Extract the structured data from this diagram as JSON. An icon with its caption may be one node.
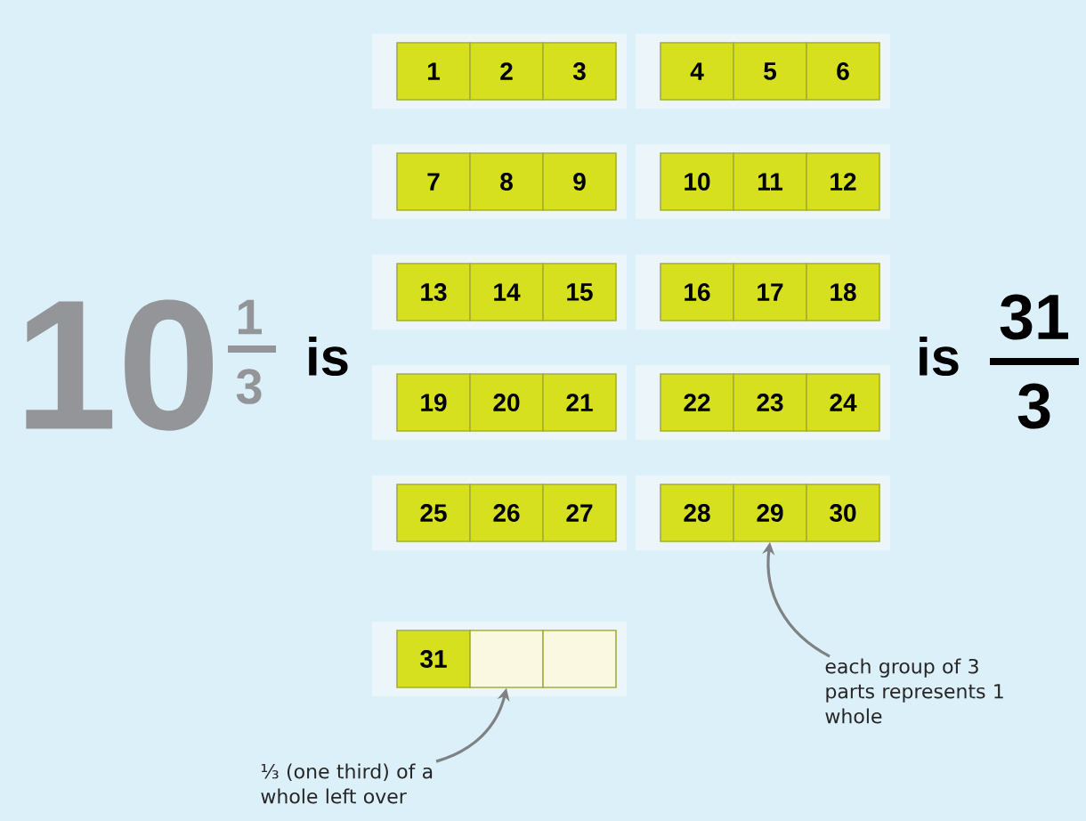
{
  "diagram": {
    "nodes": [
      {
        "text": [
          "1"
        ]
      },
      {
        "text": [
          "2"
        ]
      },
      {
        "text": [
          "3"
        ]
      },
      {
        "text": [
          "4"
        ]
      },
      {
        "text": [
          "5"
        ]
      },
      {
        "text": [
          "6"
        ]
      },
      {
        "text": [
          "7"
        ]
      },
      {
        "text": [
          "8"
        ]
      },
      {
        "text": [
          "9"
        ]
      },
      {
        "text": [
          "10"
        ]
      },
      {
        "text": [
          "11"
        ]
      },
      {
        "text": [
          "12"
        ]
      },
      {
        "text": [
          "13"
        ]
      },
      {
        "text": [
          "14"
        ]
      },
      {
        "text": [
          "15"
        ]
      },
      {
        "text": [
          "16"
        ]
      },
      {
        "text": [
          "17"
        ]
      },
      {
        "text": [
          "18"
        ]
      },
      {
        "text": [
          "19"
        ]
      },
      {
        "text": [
          "20"
        ]
      },
      {
        "text": [
          "21"
        ]
      },
      {
        "text": [
          "22"
        ]
      },
      {
        "text": [
          "23"
        ]
      },
      {
        "text": [
          "24"
        ]
      },
      {
        "text": [
          "25"
        ]
      },
      {
        "text": [
          "26"
        ]
      },
      {
        "text": [
          "27"
        ]
      },
      {
        "text": [
          "28"
        ]
      },
      {
        "text": [
          "29"
        ]
      },
      {
        "text": [
          "30"
        ]
      },
      {
        "text": [
          "31"
        ]
      },
      {
        "text": [],
        "shape": "box"
      },
      {
        "text": [],
        "shape": "box"
      },
      {
        "text": [
          "each group of 3 parts represents 1 whole"
        ]
      },
      {
        "text": [
          "⅓ (one third) of a whole left over"
        ]
      }
    ],
    "edges": [
      {
        "from": 33,
        "to": 28,
        "arrow": "to"
      },
      {
        "from": 34,
        "to": 31,
        "arrow": "to"
      }
    ],
    "labels": [
      "10",
      "1",
      "3",
      "is",
      "is",
      "31",
      "3"
    ]
  }
}
